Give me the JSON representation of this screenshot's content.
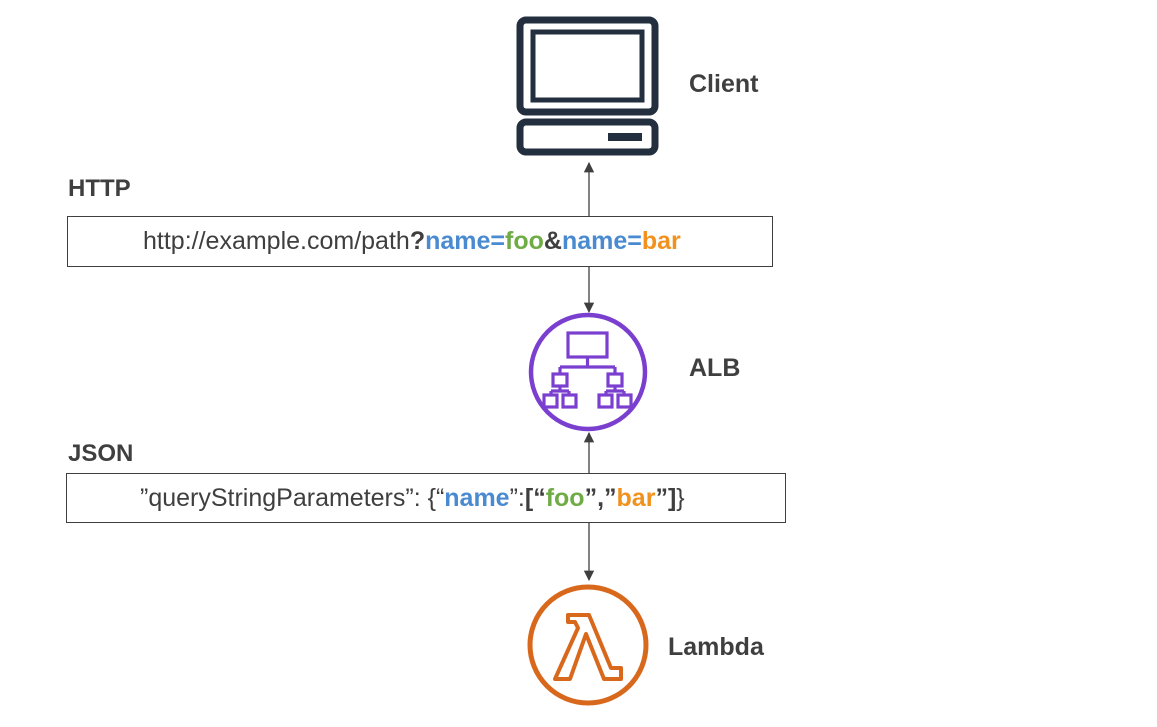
{
  "nodes": {
    "client": {
      "label": "Client",
      "icon": "client-computer-icon"
    },
    "alb": {
      "label": "ALB",
      "icon": "load-balancer-icon",
      "color": "#7b3fd0"
    },
    "lambda": {
      "label": "Lambda",
      "icon": "lambda-icon",
      "color": "#d8681c"
    }
  },
  "http": {
    "label": "HTTP",
    "url_base": "http://example.com/path",
    "q": "?",
    "key1": "name=",
    "val1": "foo",
    "amp": "&",
    "key2": "name=",
    "val2": "bar"
  },
  "json": {
    "label": "JSON",
    "prefix": "”queryStringParameters”: {“",
    "key": "name",
    "colon": "”: ",
    "open": "[“",
    "val1": "foo",
    "sep": "”,”",
    "val2": "bar",
    "close": "”]",
    "suffix": " }"
  },
  "colors": {
    "key": "#4a8ad0",
    "foo": "#6fac46",
    "bar": "#f1921f",
    "text": "#3f3f3f"
  }
}
